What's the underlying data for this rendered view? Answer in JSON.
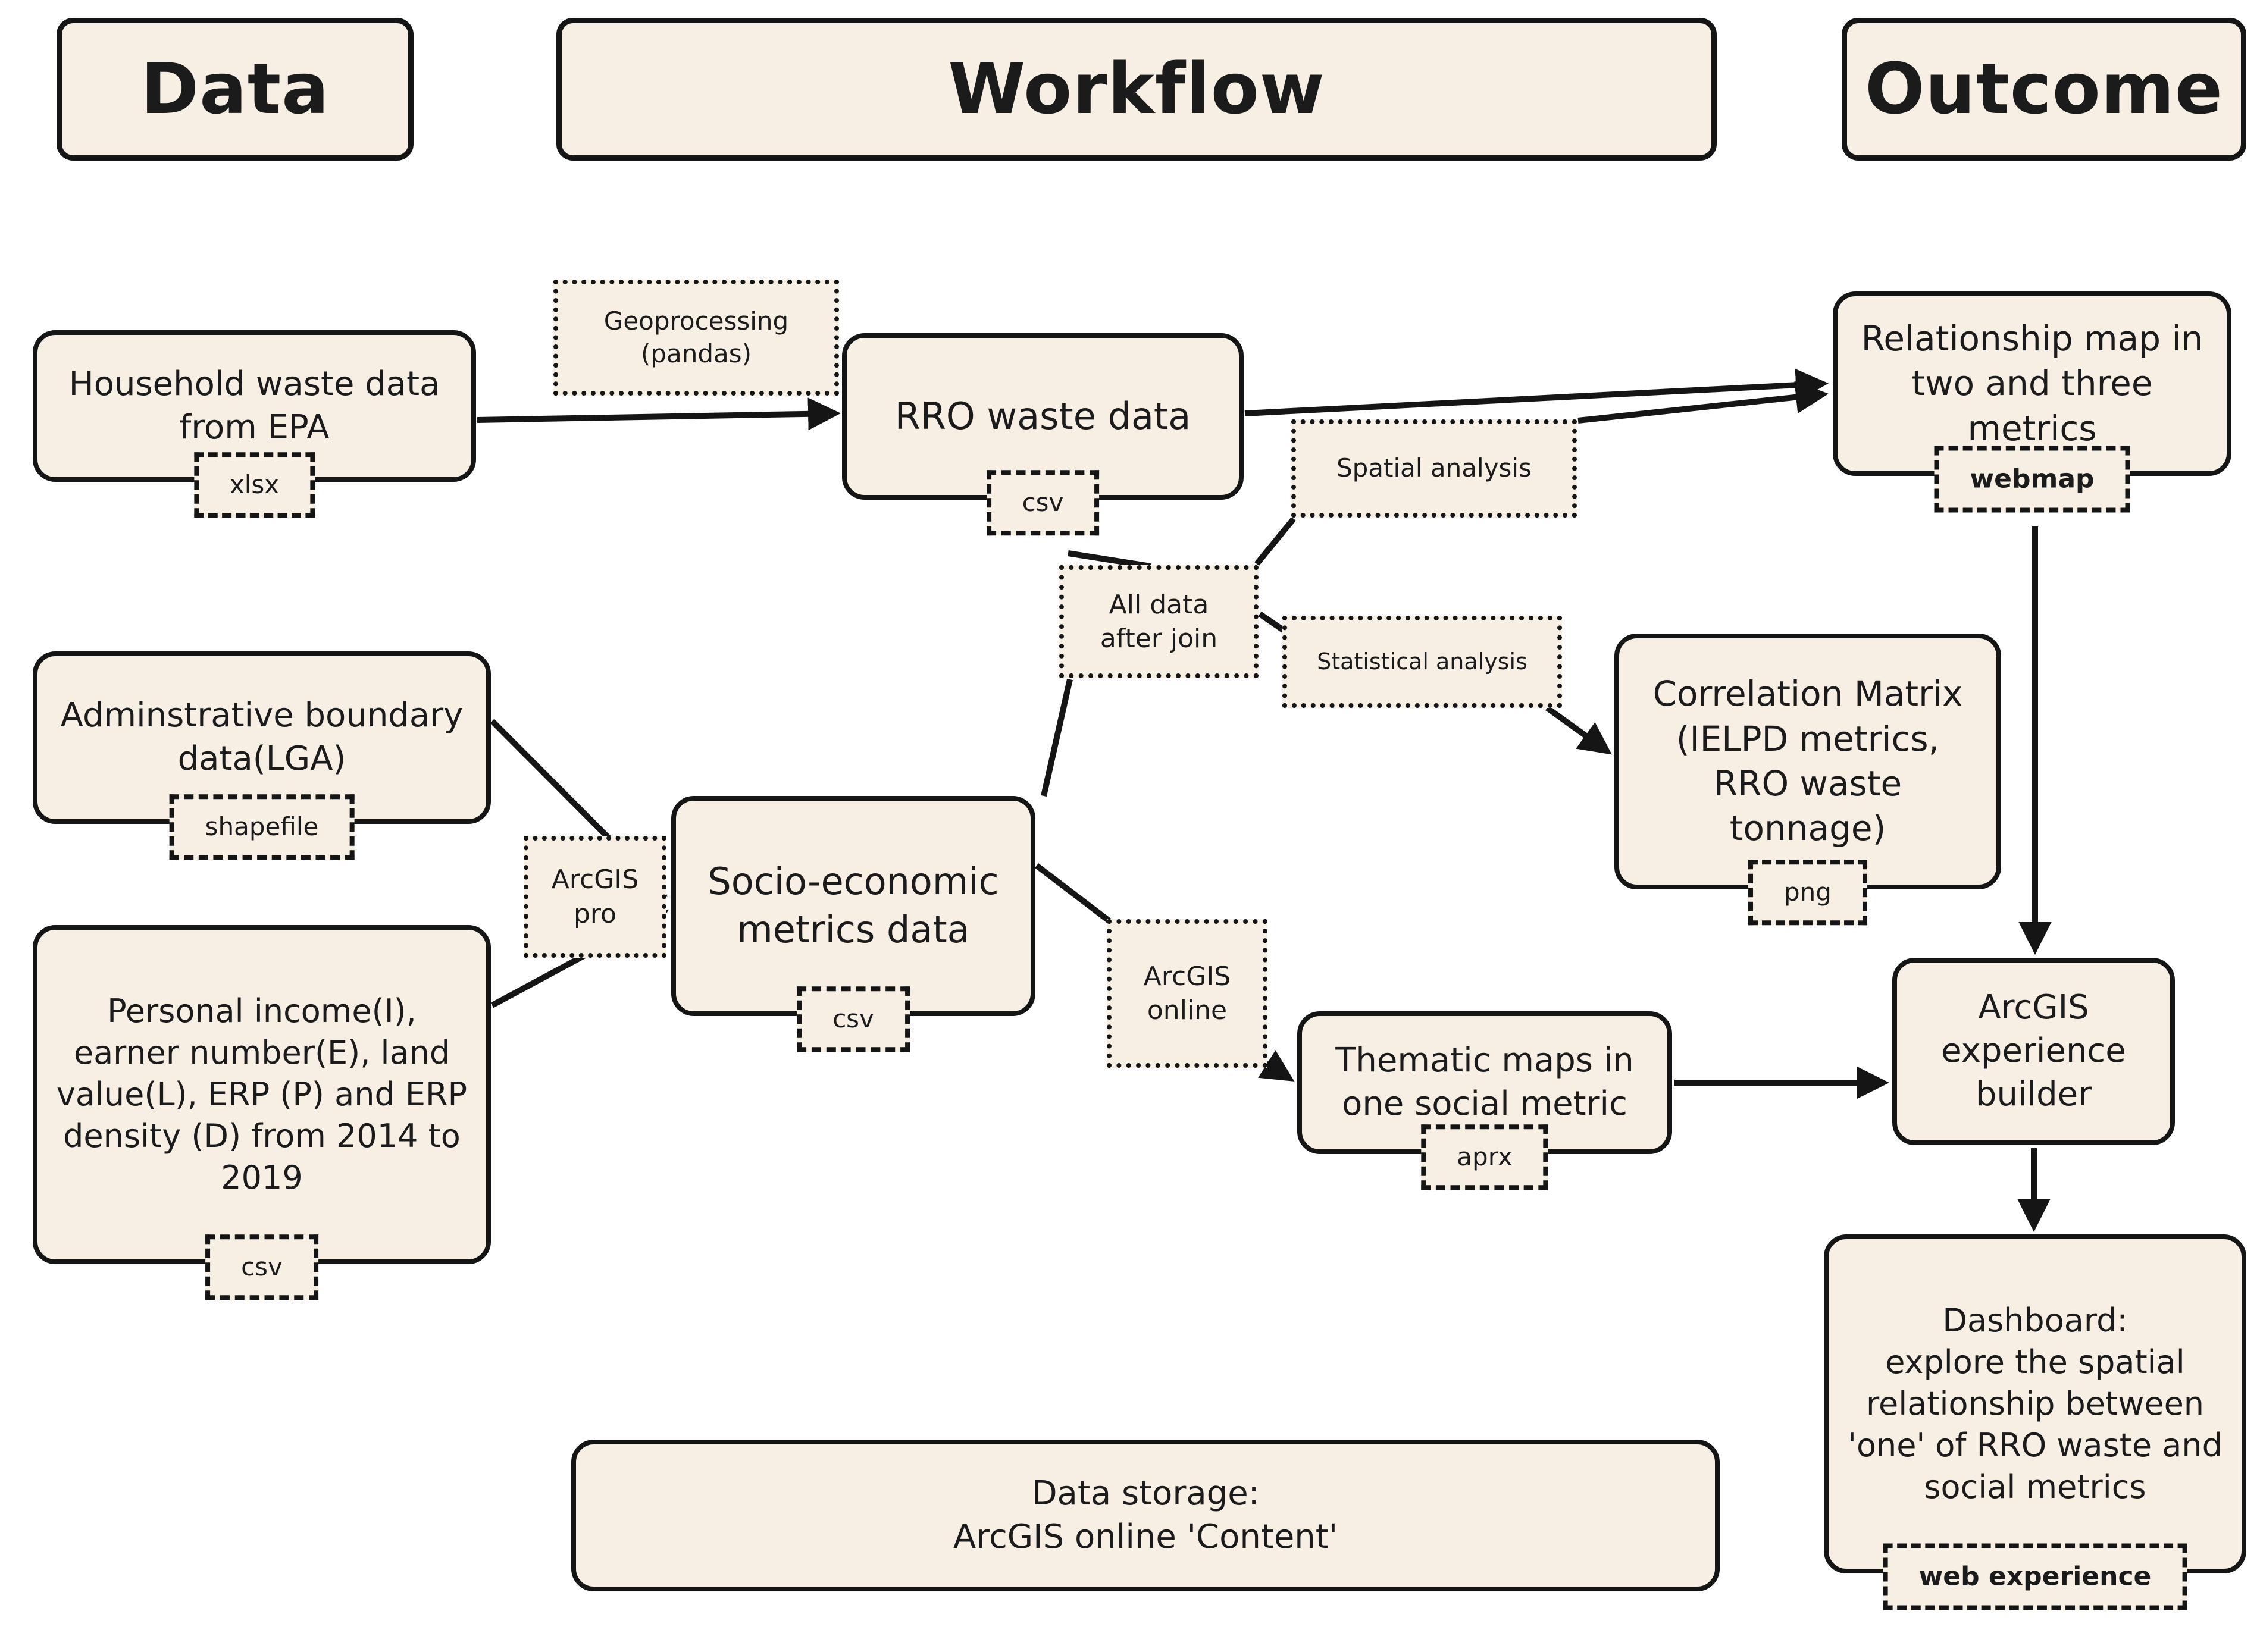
{
  "headers": {
    "data": "Data",
    "workflow": "Workflow",
    "outcome": "Outcome"
  },
  "nodes": {
    "household": {
      "label": "Household waste data from EPA",
      "tag": "xlsx"
    },
    "admin_boundary": {
      "label": "Adminstrative boundary data(LGA)",
      "tag": "shapefile"
    },
    "personal_income": {
      "label": "Personal income(I), earner number(E), land value(L), ERP (P) and ERP density (D) from 2014 to 2019",
      "tag": "csv"
    },
    "geoprocessing": {
      "label": "Geoprocessing (pandas)"
    },
    "rro_waste": {
      "label": "RRO waste data",
      "tag": "csv"
    },
    "spatial_analysis": {
      "label": "Spatial analysis"
    },
    "all_data_after_join": {
      "label": "All data after join"
    },
    "statistical_analysis": {
      "label": "Statistical analysis"
    },
    "arcgis_pro": {
      "label": "ArcGIS pro"
    },
    "socio_economic": {
      "label": "Socio-economic metrics data",
      "tag": "csv"
    },
    "arcgis_online": {
      "label": "ArcGIS online"
    },
    "thematic_maps": {
      "label": "Thematic maps in one social metric",
      "tag": "aprx"
    },
    "relationship_map": {
      "label": "Relationship map in two and three metrics",
      "tag": "webmap"
    },
    "correlation_matrix": {
      "label": "Correlation Matrix (IELPD metrics, RRO waste tonnage)",
      "tag": "png"
    },
    "experience_builder": {
      "label": "ArcGIS experience builder"
    },
    "dashboard": {
      "label": "Dashboard:\nexplore the spatial relationship between 'one' of RRO waste and social metrics",
      "tag": "web experience"
    },
    "data_storage": {
      "label": "Data storage:\nArcGIS online 'Content'"
    }
  },
  "colors": {
    "box_fill": "#f7efe4",
    "stroke": "#151515",
    "background": "#ffffff"
  }
}
